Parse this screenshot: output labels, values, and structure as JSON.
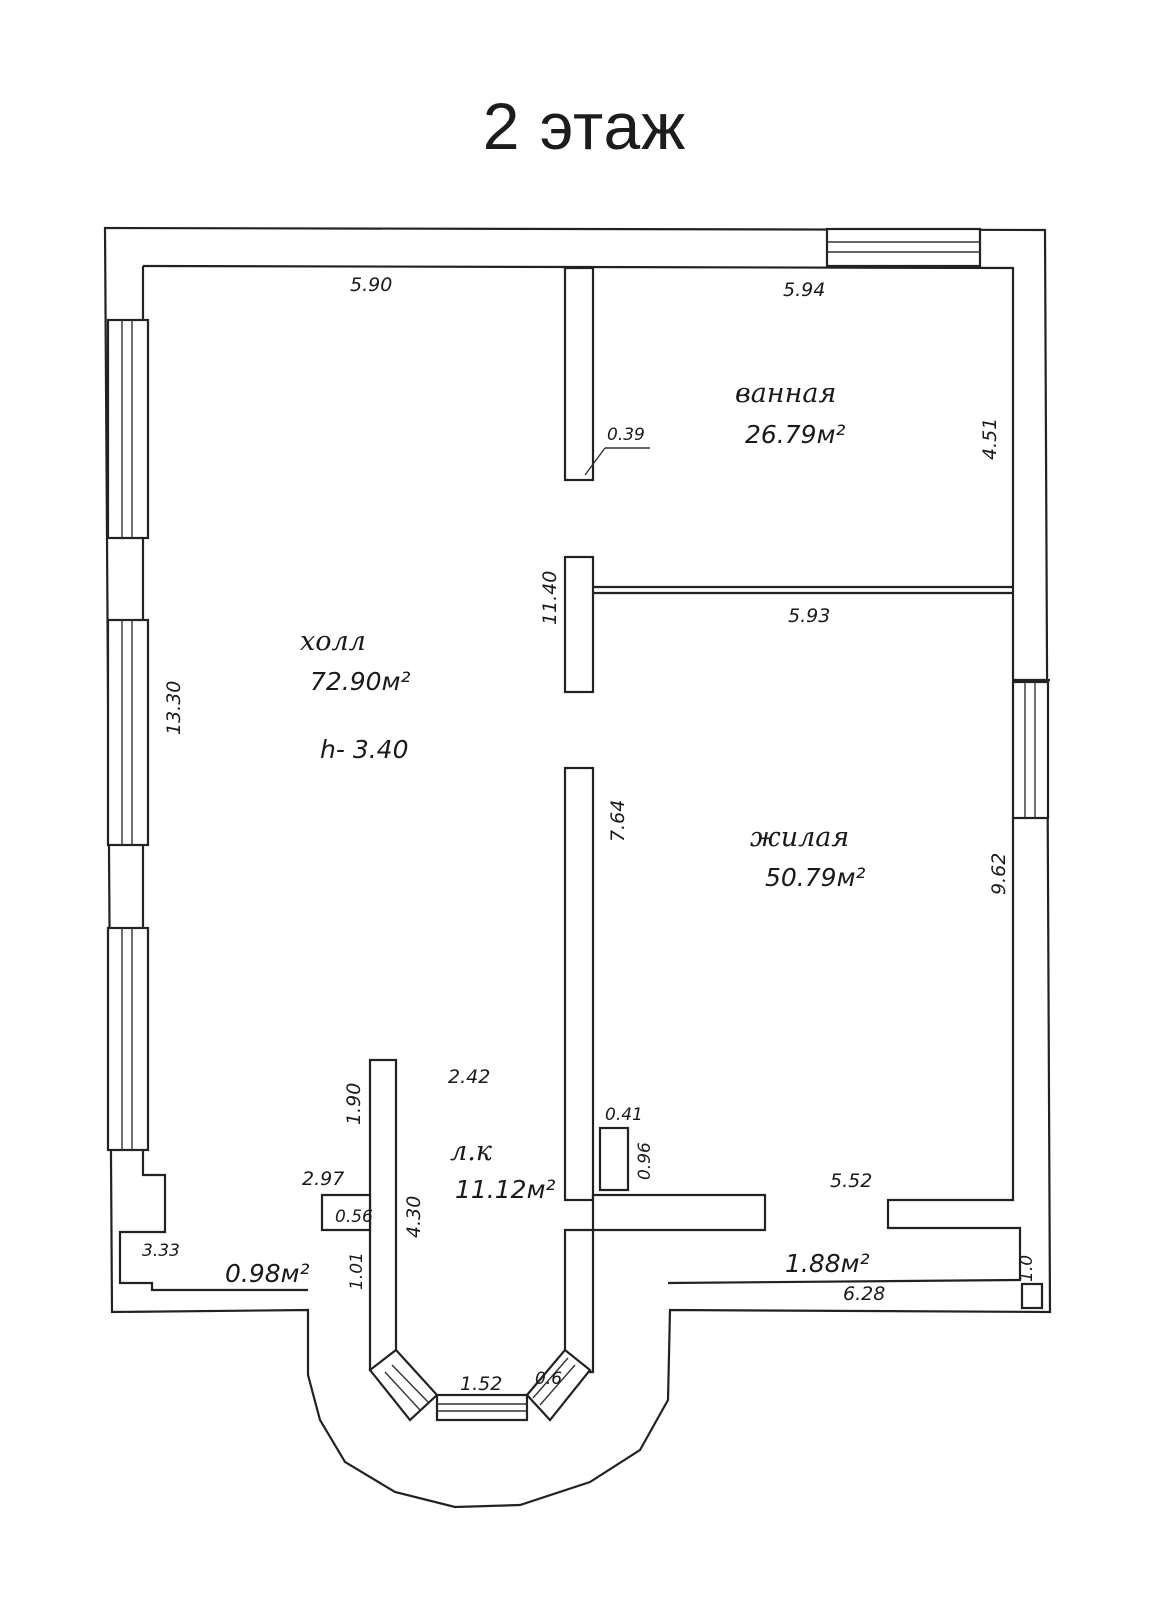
{
  "title": "2 этаж",
  "rooms": {
    "hall": {
      "name": "холл",
      "area": "72.90м²",
      "height": "h- 3.40"
    },
    "bath": {
      "name": "ванная",
      "area": "26.79м²"
    },
    "living": {
      "name": "жилая",
      "area": "50.79м²"
    },
    "stair": {
      "name": "л.к",
      "area": "11.12м²"
    },
    "small_left_area": "0.98м²",
    "small_right_area": "1.88м²"
  },
  "dimensions": {
    "top_left": "5.90",
    "top_right": "5.94",
    "wall_thickness": "0.39",
    "bath_height": "4.51",
    "partition_len": "11.40",
    "bath_bottom": "5.93",
    "left_side": "13.30",
    "inner_wall": "7.64",
    "living_height": "9.62",
    "stair_width": "2.42",
    "stair_left": "1.90",
    "d_041": "0.41",
    "d_096": "0.96",
    "d_297": "2.97",
    "d_056": "0.56",
    "d_430": "4.30",
    "d_552": "5.52",
    "d_333": "3.33",
    "d_101": "1.01",
    "d_10": "1.0",
    "d_628": "6.28",
    "d_152": "1.52",
    "d_06": "0.6"
  }
}
